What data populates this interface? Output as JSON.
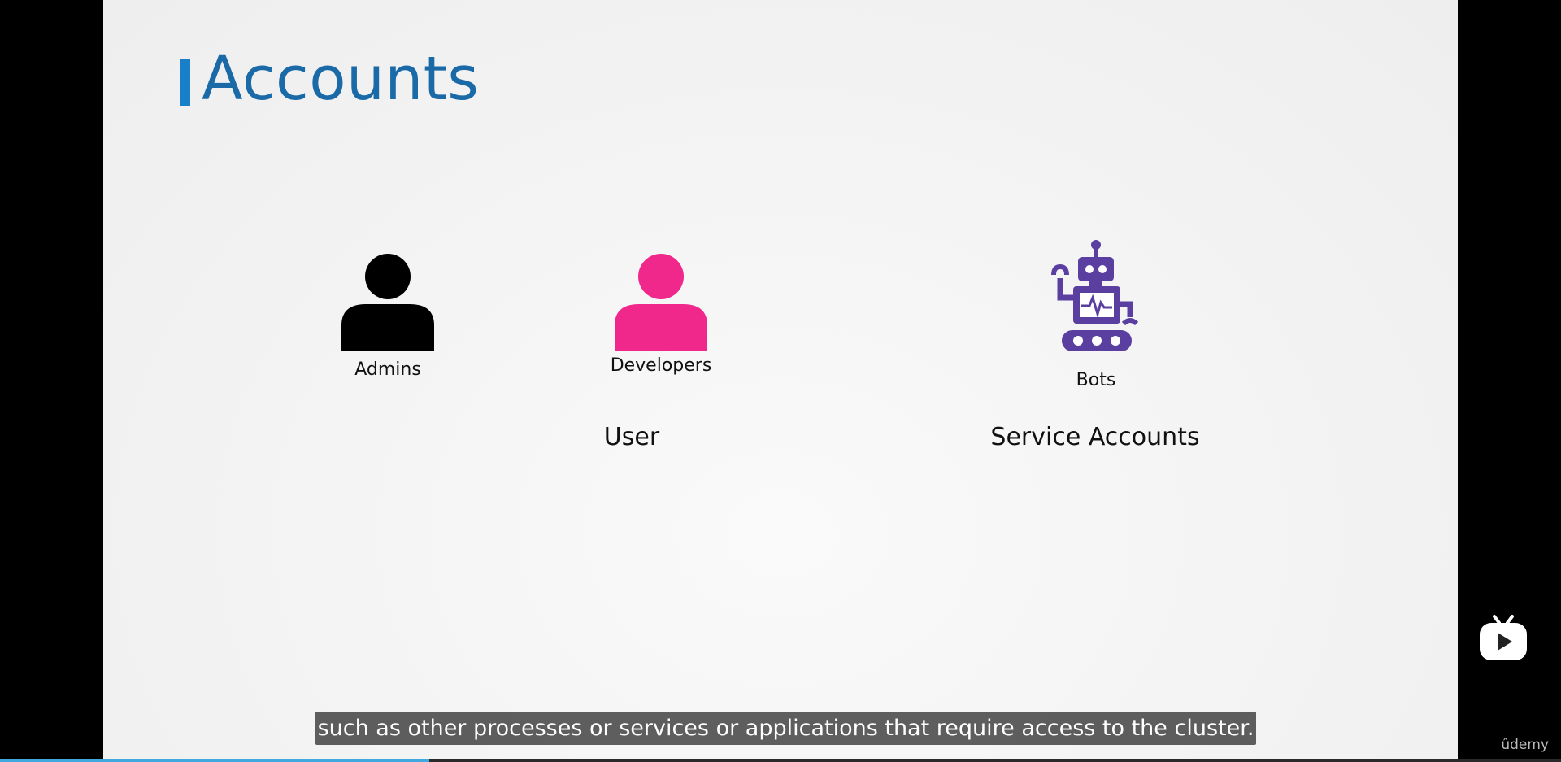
{
  "slide": {
    "title": "Accounts",
    "users": {
      "admins_label": "Admins",
      "developers_label": "Developers",
      "group_label": "User"
    },
    "service": {
      "bots_label": "Bots",
      "group_label": "Service Accounts"
    }
  },
  "caption": {
    "text": "such as other processes or services or applications that require access to the cluster."
  },
  "watermark": {
    "text": "ûdemy"
  },
  "player": {
    "progress_fraction": 0.275,
    "play_icon": "play-icon"
  },
  "colors": {
    "title": "#1b6aa8",
    "title_bar": "#1a7fc9",
    "admin_icon": "#000000",
    "developer_icon": "#f0288c",
    "bot_icon": "#5a3fa0",
    "progress": "#3fa9e0"
  },
  "icons": {
    "admin": "person-icon",
    "developer": "person-icon",
    "bot": "robot-icon"
  }
}
